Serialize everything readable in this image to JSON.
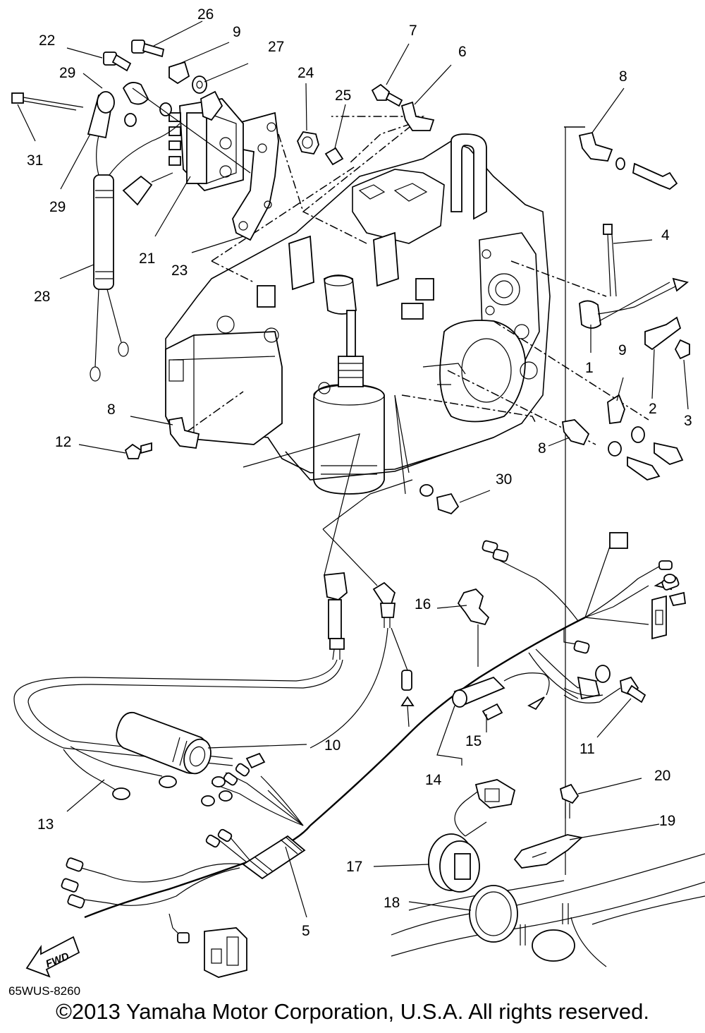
{
  "diagram": {
    "part_code": "65WUS-8260",
    "fwd_label": "FWD",
    "copyright": "©2013 Yamaha Motor Corporation, U.S.A. All rights reserved.",
    "callouts": {
      "c1": "1",
      "c2": "2",
      "c3": "3",
      "c4": "4",
      "c5": "5",
      "c6": "6",
      "c7": "7",
      "c8a": "8",
      "c8b": "8",
      "c8c": "8",
      "c9a": "9",
      "c9b": "9",
      "c10": "10",
      "c11": "11",
      "c12": "12",
      "c13": "13",
      "c14": "14",
      "c15": "15",
      "c16": "16",
      "c17": "17",
      "c18": "18",
      "c19": "19",
      "c20": "20",
      "c21": "21",
      "c22": "22",
      "c23": "23",
      "c24": "24",
      "c25": "25",
      "c26": "26",
      "c27": "27",
      "c28": "28",
      "c29a": "29",
      "c29b": "29",
      "c30": "30",
      "c31": "31"
    }
  }
}
